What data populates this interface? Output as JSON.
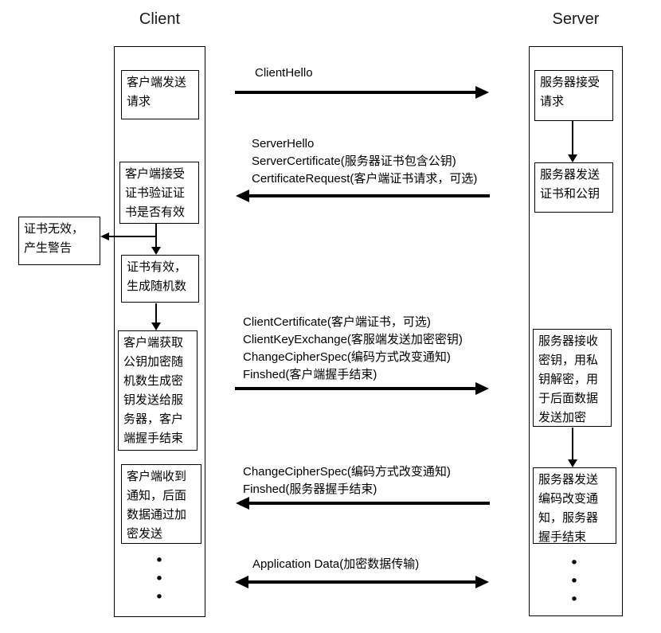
{
  "titles": {
    "client": "Client",
    "server": "Server"
  },
  "client_flow": {
    "box1": "客户端发送\n请求",
    "box2": "客户端接受\n证书验证证\n书是否有效",
    "box3": "证书有效，\n生成随机数",
    "box4": "客户端获取\n公钥加密随\n机数生成密\n钥发送给服\n务器，客户\n端握手结束",
    "box5": "客户端收到\n通知，后面\n数据通过加\n密发送",
    "dots": "•\n•\n•"
  },
  "warning": {
    "text": "证书无效，\n产生警告"
  },
  "server_flow": {
    "box1": "服务器接受\n请求",
    "box2": "服务器发送\n证书和公钥",
    "box3": "服务器接收\n密钥，用私\n钥解密，用\n于后面数据\n发送加密",
    "box4": "服务器发送\n编码改变通\n知，服务器\n握手结束",
    "dots": "•\n•\n•"
  },
  "messages": {
    "m1": {
      "label": "ClientHello",
      "direction": "right"
    },
    "m2": {
      "label": "ServerHello\nServerCertificate(服务器证书包含公钥)\nCertificateRequest(客户端证书请求，可选)",
      "direction": "left"
    },
    "m3": {
      "label": "ClientCertificate(客户端证书，可选)\nClientKeyExchange(客服端发送加密密钥)\nChangeCipherSpec(编码方式改变通知)\nFinshed(客户端握手结束)",
      "direction": "right"
    },
    "m4": {
      "label": "ChangeCipherSpec(编码方式改变通知)\nFinshed(服务器握手结束)",
      "direction": "left"
    },
    "m5": {
      "label": "Application Data(加密数据传输)",
      "direction": "both"
    }
  },
  "colors": {
    "line": "#000000",
    "background": "#ffffff"
  }
}
